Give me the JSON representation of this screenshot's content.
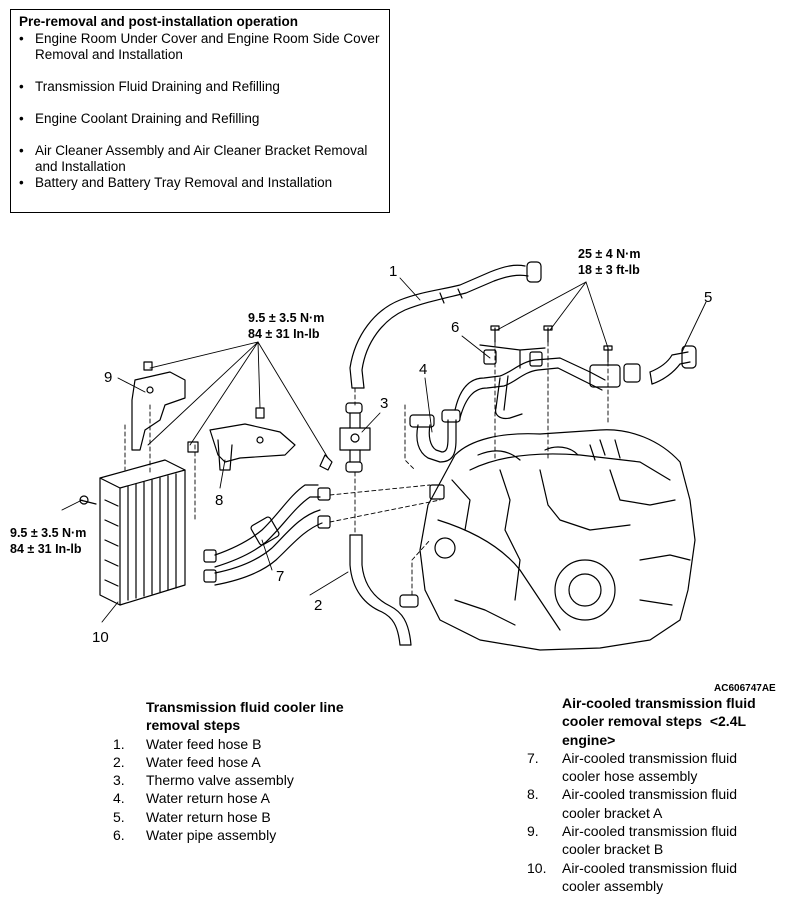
{
  "preop": {
    "title": "Pre-removal and post-installation operation",
    "items": [
      "Engine Room Under Cover and Engine Room Side Cover Removal and Installation",
      "Transmission Fluid Draining and Refilling",
      "Engine Coolant Draining and Refilling",
      "Air Cleaner Assembly and Air Cleaner Bracket Removal and Installation",
      "Battery and Battery Tray Removal and Installation"
    ]
  },
  "diagram": {
    "torque_top_right": [
      "25 ± 4 N·m",
      "18 ± 3 ft-lb"
    ],
    "torque_mid": [
      "9.5 ± 3.5 N·m",
      "84 ± 31 In-lb"
    ],
    "torque_left": [
      "9.5 ± 3.5 N·m",
      "84 ± 31 In-lb"
    ],
    "callouts": [
      "1",
      "2",
      "3",
      "4",
      "5",
      "6",
      "7",
      "8",
      "9",
      "10"
    ],
    "figure_code": "AC606747AE"
  },
  "steps_left": {
    "heading_line1": "Transmission fluid cooler line",
    "heading_line2": "removal steps",
    "items": [
      {
        "num": "1.",
        "text": "Water feed hose B"
      },
      {
        "num": "2.",
        "text": "Water feed hose A"
      },
      {
        "num": "3.",
        "text": "Thermo valve assembly"
      },
      {
        "num": "4.",
        "text": "Water return hose A"
      },
      {
        "num": "5.",
        "text": "Water return hose B"
      },
      {
        "num": "6.",
        "text": "Water pipe assembly"
      }
    ]
  },
  "steps_right": {
    "heading_line1": "Air-cooled transmission fluid",
    "heading_line2": "cooler removal steps  <2.4L",
    "heading_line3": "engine>",
    "items": [
      {
        "num": "7.",
        "line1": "Air-cooled transmission fluid",
        "line2": "cooler hose assembly"
      },
      {
        "num": "8.",
        "line1": "Air-cooled transmission fluid",
        "line2": "cooler bracket A"
      },
      {
        "num": "9.",
        "line1": "Air-cooled transmission fluid",
        "line2": "cooler bracket B"
      },
      {
        "num": "10.",
        "line1": "Air-cooled transmission fluid",
        "line2": "cooler assembly"
      }
    ]
  }
}
